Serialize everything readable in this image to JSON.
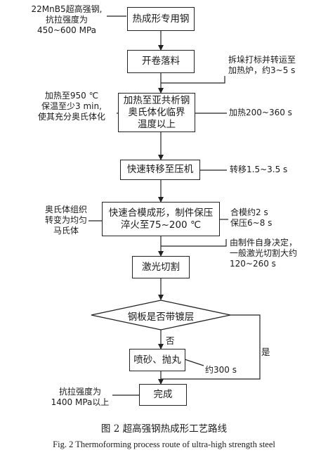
{
  "steps": {
    "s1": "热成形专用钢",
    "s2": "开卷落料",
    "s3": "加热至亚共析钢\n奥氏体化临界\n温度以上",
    "s4": "快速转移至压机",
    "s5": "快速合模成形，制件保压\n淬火至75~200 ℃",
    "s6": "激光切割",
    "decision": "钢板是否带镀层",
    "s7": "喷砂、抛丸",
    "s8": "完成"
  },
  "left_notes": {
    "material": "22MnB5超高强钢,\n抗拉强度为\n450~600 MPa",
    "heating": "加热至950 ℃\n保温至少3 min,\n使其充分奥氏体化",
    "transform": "奥氏体组织\n转变为均匀\n马氏体",
    "final": "抗拉强度为\n1400 MPa以上"
  },
  "right_notes": {
    "unstack": "拆垛打标并转运至\n加热炉，约3~5 s",
    "heat_time": "加热200~360 s",
    "transfer_time": "转移1.5~3.5 s",
    "press_time": "合模约2 s\n保压6~8 s",
    "laser_time": "由制件自身决定，\n一般激光切割大约\n120~260 s",
    "blast_time": "约300 s"
  },
  "branch_labels": {
    "no": "否",
    "yes": "是"
  },
  "caption": {
    "cn": "图 2   超高强钢热成形工艺路线",
    "en": "Fig. 2   Thermoforming process route of ultra-high strength steel"
  }
}
